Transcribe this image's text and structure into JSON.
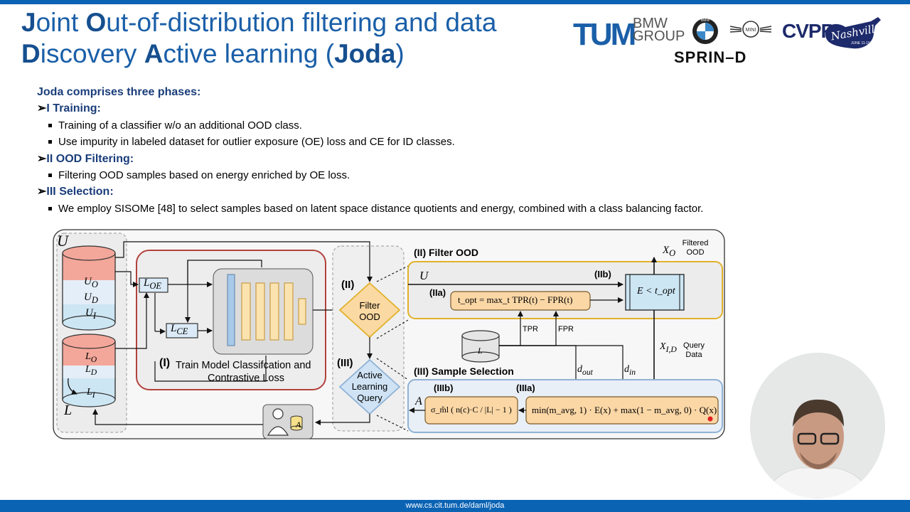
{
  "slide": {
    "title_line1_rest1": "oint ",
    "title_line1_rest2": "ut-of-distribution filtering and data",
    "title_line2_rest1": "iscovery ",
    "title_line2_rest2": "ctive learning (",
    "title_line2_bold": "Joda",
    "title_line2_end": ")",
    "title_caps": [
      "J",
      "O",
      "D",
      "A"
    ],
    "logos": {
      "tum": "TUM",
      "bmw_group": [
        "BMW",
        "GROUP"
      ],
      "bmw_mark": "BMW",
      "mini": "MINI",
      "sprin": "SPRIN–D",
      "cvpr": "CVPR",
      "cvpr_script": "Nashville",
      "cvpr_dates": "JUNE 11-15, 2025"
    },
    "lead": "Joda comprises three phases:",
    "phases": [
      {
        "label": "I Training:",
        "bullets": [
          "Training of a classifier w/o an additional OOD class.",
          "Use impurity in labeled dataset for outlier exposure (OE) loss and CE for ID classes."
        ]
      },
      {
        "label": "II OOD Filtering:",
        "bullets": [
          "Filtering OOD samples based on energy enriched by OE loss."
        ]
      },
      {
        "label": "III Selection:",
        "bullets": [
          "We employ SISOMe [48] to select samples based on latent space distance quotients and energy, combined with a class balancing factor."
        ]
      }
    ],
    "footer_url": "www.cs.cit.tum.de/daml/joda"
  },
  "diagram": {
    "pool_u": "U",
    "u_layers": [
      "U",
      "U",
      "U"
    ],
    "u_subs": [
      "O",
      "D",
      "I"
    ],
    "pool_l": "L",
    "l_layers": [
      "L",
      "L",
      "L"
    ],
    "l_subs": [
      "O",
      "D",
      "I"
    ],
    "loss_oe": "L",
    "loss_oe_sub": "OE",
    "loss_ce": "L",
    "loss_ce_sub": "CE",
    "train_roman": "(I)",
    "train_text_1": "Train Model Classifcation and",
    "train_text_2": "Contrastive Loss",
    "filter_roman": "(II)",
    "filter_text_1": "Filter",
    "filter_text_2": "OOD",
    "al_roman": "(III)",
    "al_text_1": "Active",
    "al_text_2": "Learning",
    "al_text_3": "Query",
    "filter_section": "(II) Filter OOD",
    "u_arrow": "U",
    "iib": "(IIb)",
    "iia": "(IIa)",
    "t_opt_formula": "t_opt = max_t TPR(t) − FPR(t)",
    "energy_box": "E < t_opt",
    "x_o": "X",
    "x_o_sub": "O",
    "filtered_ood": [
      "Filtered",
      "OOD"
    ],
    "x_id": "X",
    "x_id_sub": "I,D",
    "query_data": [
      "Query",
      "Data"
    ],
    "tpr": "TPR",
    "fpr": "FPR",
    "l_cyl": "L",
    "d_out": "d",
    "d_out_sub": "out",
    "d_in": "d",
    "d_in_sub": "in",
    "selection_section": "(III) Sample Selection",
    "iiib": "(IIIb)",
    "iiia": "(IIIa)",
    "a_out": "A",
    "sigma_formula": "σ_m̂l ( n(c)·C / |L| − 1 )",
    "score_formula": "min(m_avg, 1) · E(x) + max(1 − m_avg, 0) · Q(x)",
    "annot_a": "A"
  },
  "colors": {
    "tum_blue": "#1a5fa8",
    "heading_blue": "#1a3d7a",
    "red_layer": "#f3a79a",
    "blue_layer": "#cde6f4",
    "train_red_border": "#b3423c",
    "gold_border": "#e1b12b",
    "blue_border": "#8fb2d6",
    "orange_fill": "#fbd7a6",
    "filter_diamond": "#fbd9a2",
    "al_diamond": "#cfe3f5",
    "footer_bar": "#0b63b4"
  }
}
